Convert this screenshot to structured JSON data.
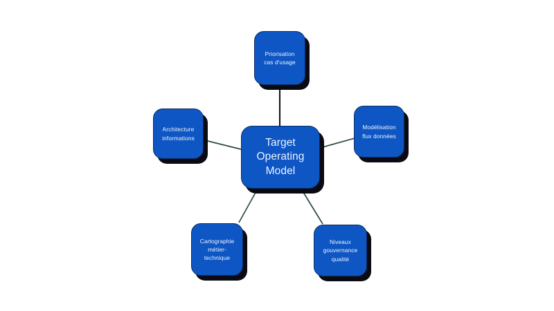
{
  "diagram": {
    "type": "hub-and-spoke",
    "background_color": "#ffffff",
    "node_fill_color": "#0d56c4",
    "node_border_color": "#0b2d63",
    "node_text_color": "#eef4fd",
    "edge_color": "#2c4a46",
    "shadow_color": "#0a0a12",
    "center": {
      "id": "target-operating-model",
      "label": "Target\nOperating\nModel"
    },
    "spokes": [
      {
        "id": "priorisation-cas-usage",
        "label": "Priorisation\ncas d'usage",
        "position": "top"
      },
      {
        "id": "architecture-informations",
        "label": "Architecture\ninformations",
        "position": "left"
      },
      {
        "id": "modelisation-flux-donnees",
        "label": "Modélisation\nflux données",
        "position": "right"
      },
      {
        "id": "cartographie-metier-technique",
        "label": "Cartographie\nmétier-\ntechnique",
        "position": "bottom-left"
      },
      {
        "id": "niveaux-gouvernance-qualite",
        "label": "Niveaux\ngouvernance\nqualité",
        "position": "bottom-right"
      }
    ],
    "edges": [
      {
        "id": "edge-center-top",
        "from": "target-operating-model",
        "to": "priorisation-cas-usage"
      },
      {
        "id": "edge-center-left",
        "from": "target-operating-model",
        "to": "architecture-informations"
      },
      {
        "id": "edge-center-right",
        "from": "target-operating-model",
        "to": "modelisation-flux-donnees"
      },
      {
        "id": "edge-center-bottom-left",
        "from": "target-operating-model",
        "to": "cartographie-metier-technique"
      },
      {
        "id": "edge-center-bottom-right",
        "from": "target-operating-model",
        "to": "niveaux-gouvernance-qualite"
      }
    ]
  }
}
